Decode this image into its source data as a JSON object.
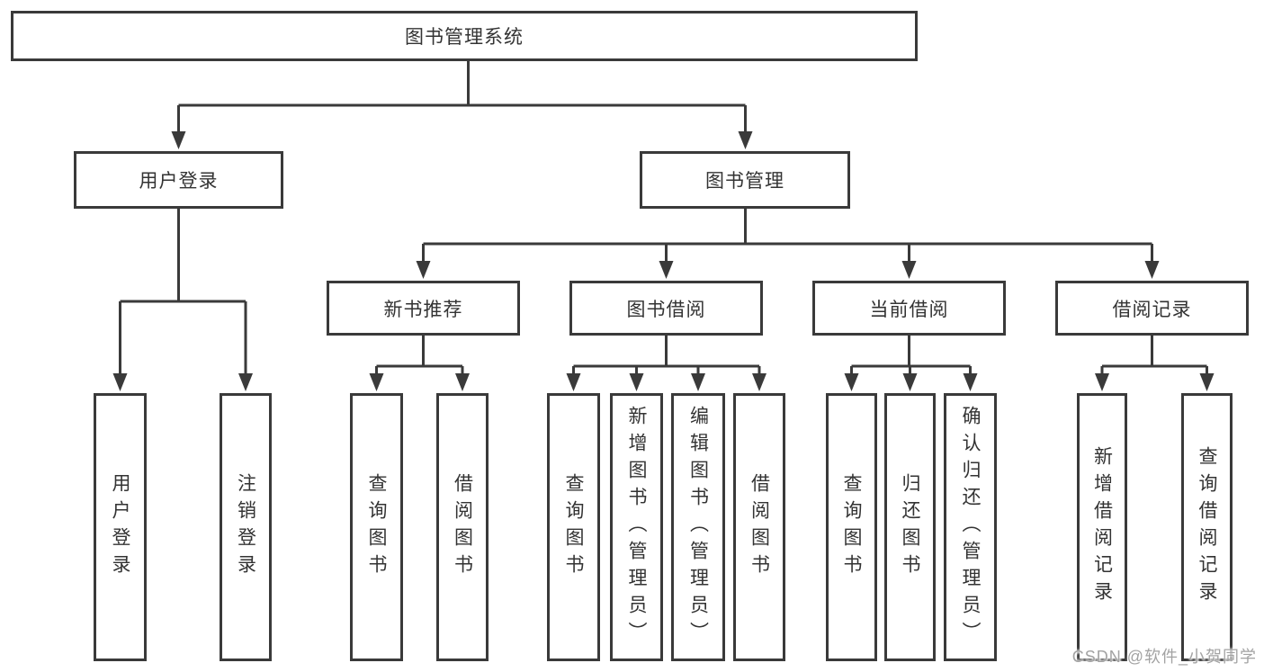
{
  "diagram": {
    "root": {
      "label": "图书管理系统"
    },
    "user_login": {
      "label": "用户登录",
      "children": [
        "用户登录",
        "注销登录"
      ]
    },
    "book_management": {
      "label": "图书管理"
    },
    "groups": [
      {
        "label": "新书推荐",
        "children": [
          "查询图书",
          "借阅图书"
        ]
      },
      {
        "label": "图书借阅",
        "children": [
          "查询图书",
          "新增图书（管理员）",
          "编辑图书（管理员）",
          "借阅图书"
        ]
      },
      {
        "label": "当前借阅",
        "children": [
          "查询图书",
          "归还图书",
          "确认归还（管理员）"
        ]
      },
      {
        "label": "借阅记录",
        "children": [
          "新增借阅记录",
          "查询借阅记录"
        ]
      }
    ]
  },
  "watermark": {
    "text": "CSDN @软件_小贺同学"
  },
  "colors": {
    "line": "#3a3a3a",
    "text": "#333333",
    "background": "#ffffff",
    "watermark": "#a3a3a3"
  }
}
